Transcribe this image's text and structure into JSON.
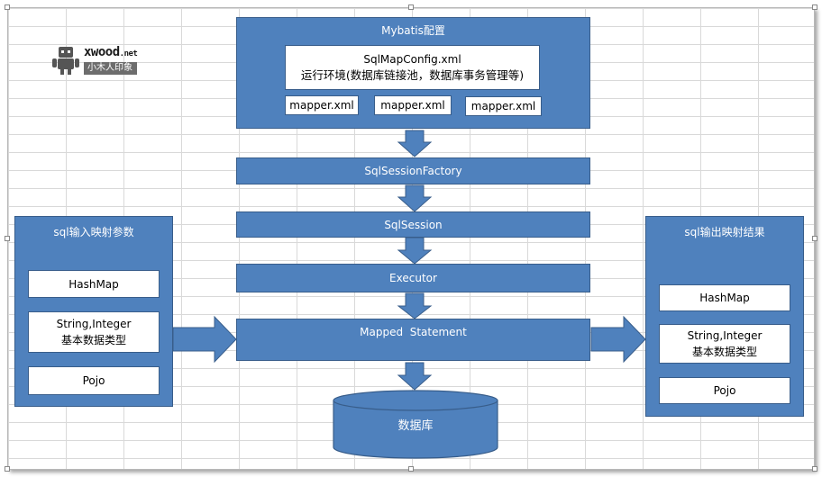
{
  "logo": {
    "main": "xwood",
    "suffix": ".net",
    "subtitle": "小木人印象"
  },
  "config": {
    "title": "Mybatis配置",
    "file": "SqlMapConfig.xml",
    "desc": "运行环境(数据库链接池，数据库事务管理等)",
    "mappers": [
      "mapper.xml",
      "mapper.xml",
      "mapper.xml"
    ]
  },
  "pipeline": {
    "factory": "SqlSessionFactory",
    "session": "SqlSession",
    "executor": "Executor",
    "mapped": "Mapped  Statement",
    "database": "数据库"
  },
  "input": {
    "title": "sql输入映射参数",
    "items": [
      "HashMap",
      "String,Integer",
      "基本数据类型",
      "Pojo"
    ]
  },
  "output": {
    "title": "sql输出映射结果",
    "items": [
      "HashMap",
      "String,Integer",
      "基本数据类型",
      "Pojo"
    ]
  },
  "colors": {
    "fill": "#4f81bd",
    "border": "#385d8a"
  }
}
